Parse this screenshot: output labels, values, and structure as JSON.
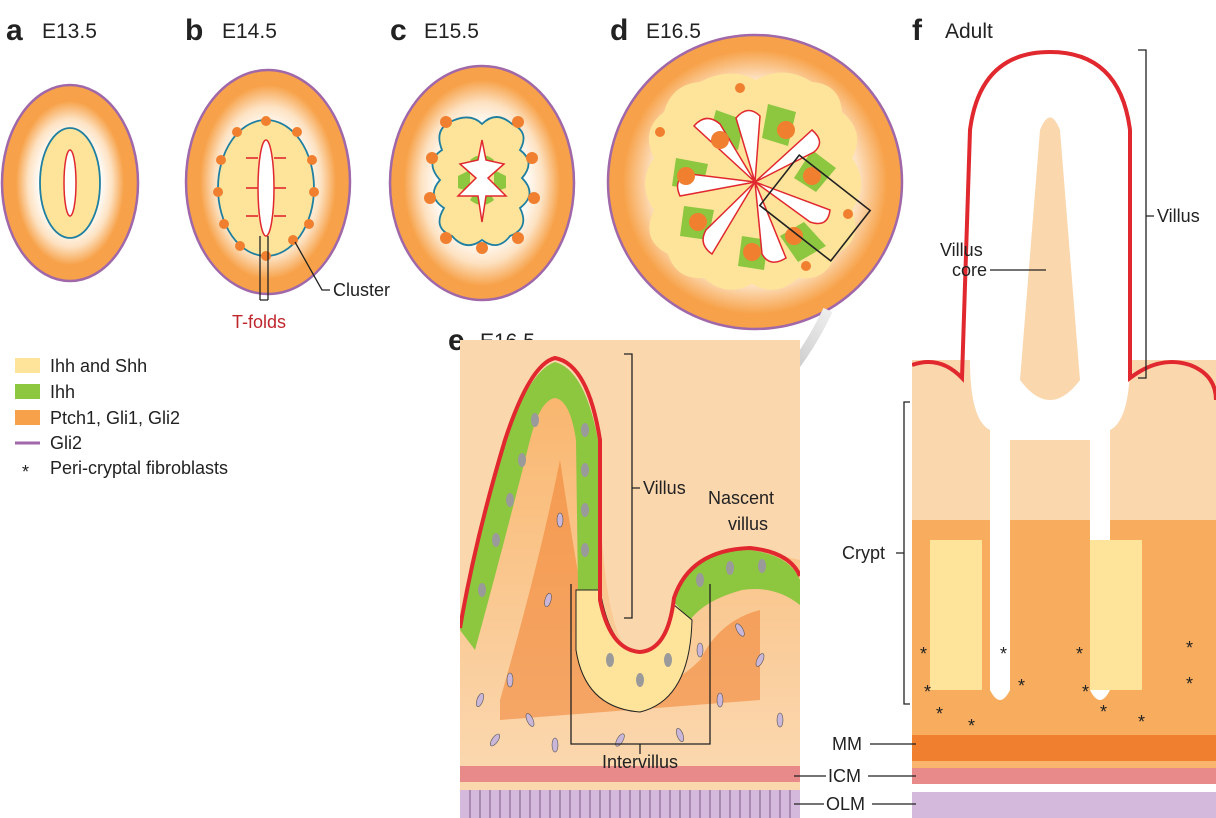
{
  "panels": {
    "a": {
      "letter": "a",
      "stage": "E13.5"
    },
    "b": {
      "letter": "b",
      "stage": "E14.5"
    },
    "c": {
      "letter": "c",
      "stage": "E15.5"
    },
    "d": {
      "letter": "d",
      "stage": "E16.5"
    },
    "e": {
      "letter": "e",
      "stage": "E16.5"
    },
    "f": {
      "letter": "f",
      "stage": "Adult"
    }
  },
  "annotations": {
    "cluster": "Cluster",
    "t_folds": "T-folds",
    "villus_e": "Villus",
    "nascent_villus_line1": "Nascent",
    "nascent_villus_line2": "villus",
    "intervillus": "Intervillus",
    "villus_f": "Villus",
    "villus_core_line1": "Villus",
    "villus_core_line2": "core",
    "crypt": "Crypt",
    "mm": "MM",
    "icm": "ICM",
    "olm": "OLM"
  },
  "legend": [
    {
      "label": "Ihh and Shh",
      "swatch": "box",
      "color": "#fde49a"
    },
    {
      "label": "Ihh",
      "swatch": "box",
      "color": "#8dc63f"
    },
    {
      "label": "Ptch1, Gli1, Gli2",
      "swatch": "box",
      "color": "#f7a24a"
    },
    {
      "label": "Gli2",
      "swatch": "line",
      "color": "#a067a9"
    },
    {
      "label": "Peri-cryptal fibroblasts",
      "swatch": "asterisk",
      "symbol": "*",
      "color": "#222222"
    }
  ],
  "colors": {
    "ihh_shh": "#fde49a",
    "ihh": "#8dc63f",
    "ptch_gli": "#f7a24a",
    "gli2": "#a067a9",
    "epithelium_border": "#e0282e",
    "lumen_outline": "#1f7fa0",
    "mesenchyme_light": "#fbd7ae",
    "muscle_icm": "#e88a8a",
    "muscle_olm": "#d4b9dc"
  }
}
